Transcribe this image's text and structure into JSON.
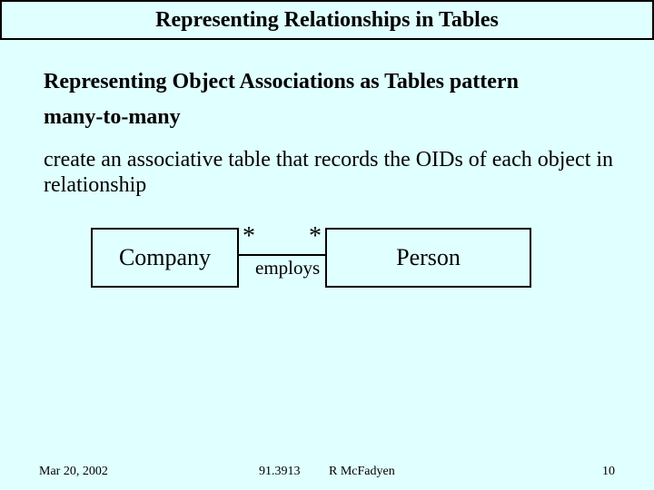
{
  "slide": {
    "colors": {
      "background": "#E0FFFF",
      "border": "#000000",
      "text": "#000000"
    },
    "title": "Representing Relationships in Tables",
    "body": {
      "heading": "Representing Object Associations as Tables pattern",
      "subheading": "many-to-many",
      "paragraph": "create an associative table that records the OIDs of each object in relationship"
    },
    "diagram": {
      "left_entity": "Company",
      "right_entity": "Person",
      "association_label": "employs",
      "left_multiplicity": "*",
      "right_multiplicity": "*"
    },
    "footer": {
      "date": "Mar 20, 2002",
      "course": "91.3913",
      "author": "R McFadyen",
      "page_number": "10"
    }
  }
}
